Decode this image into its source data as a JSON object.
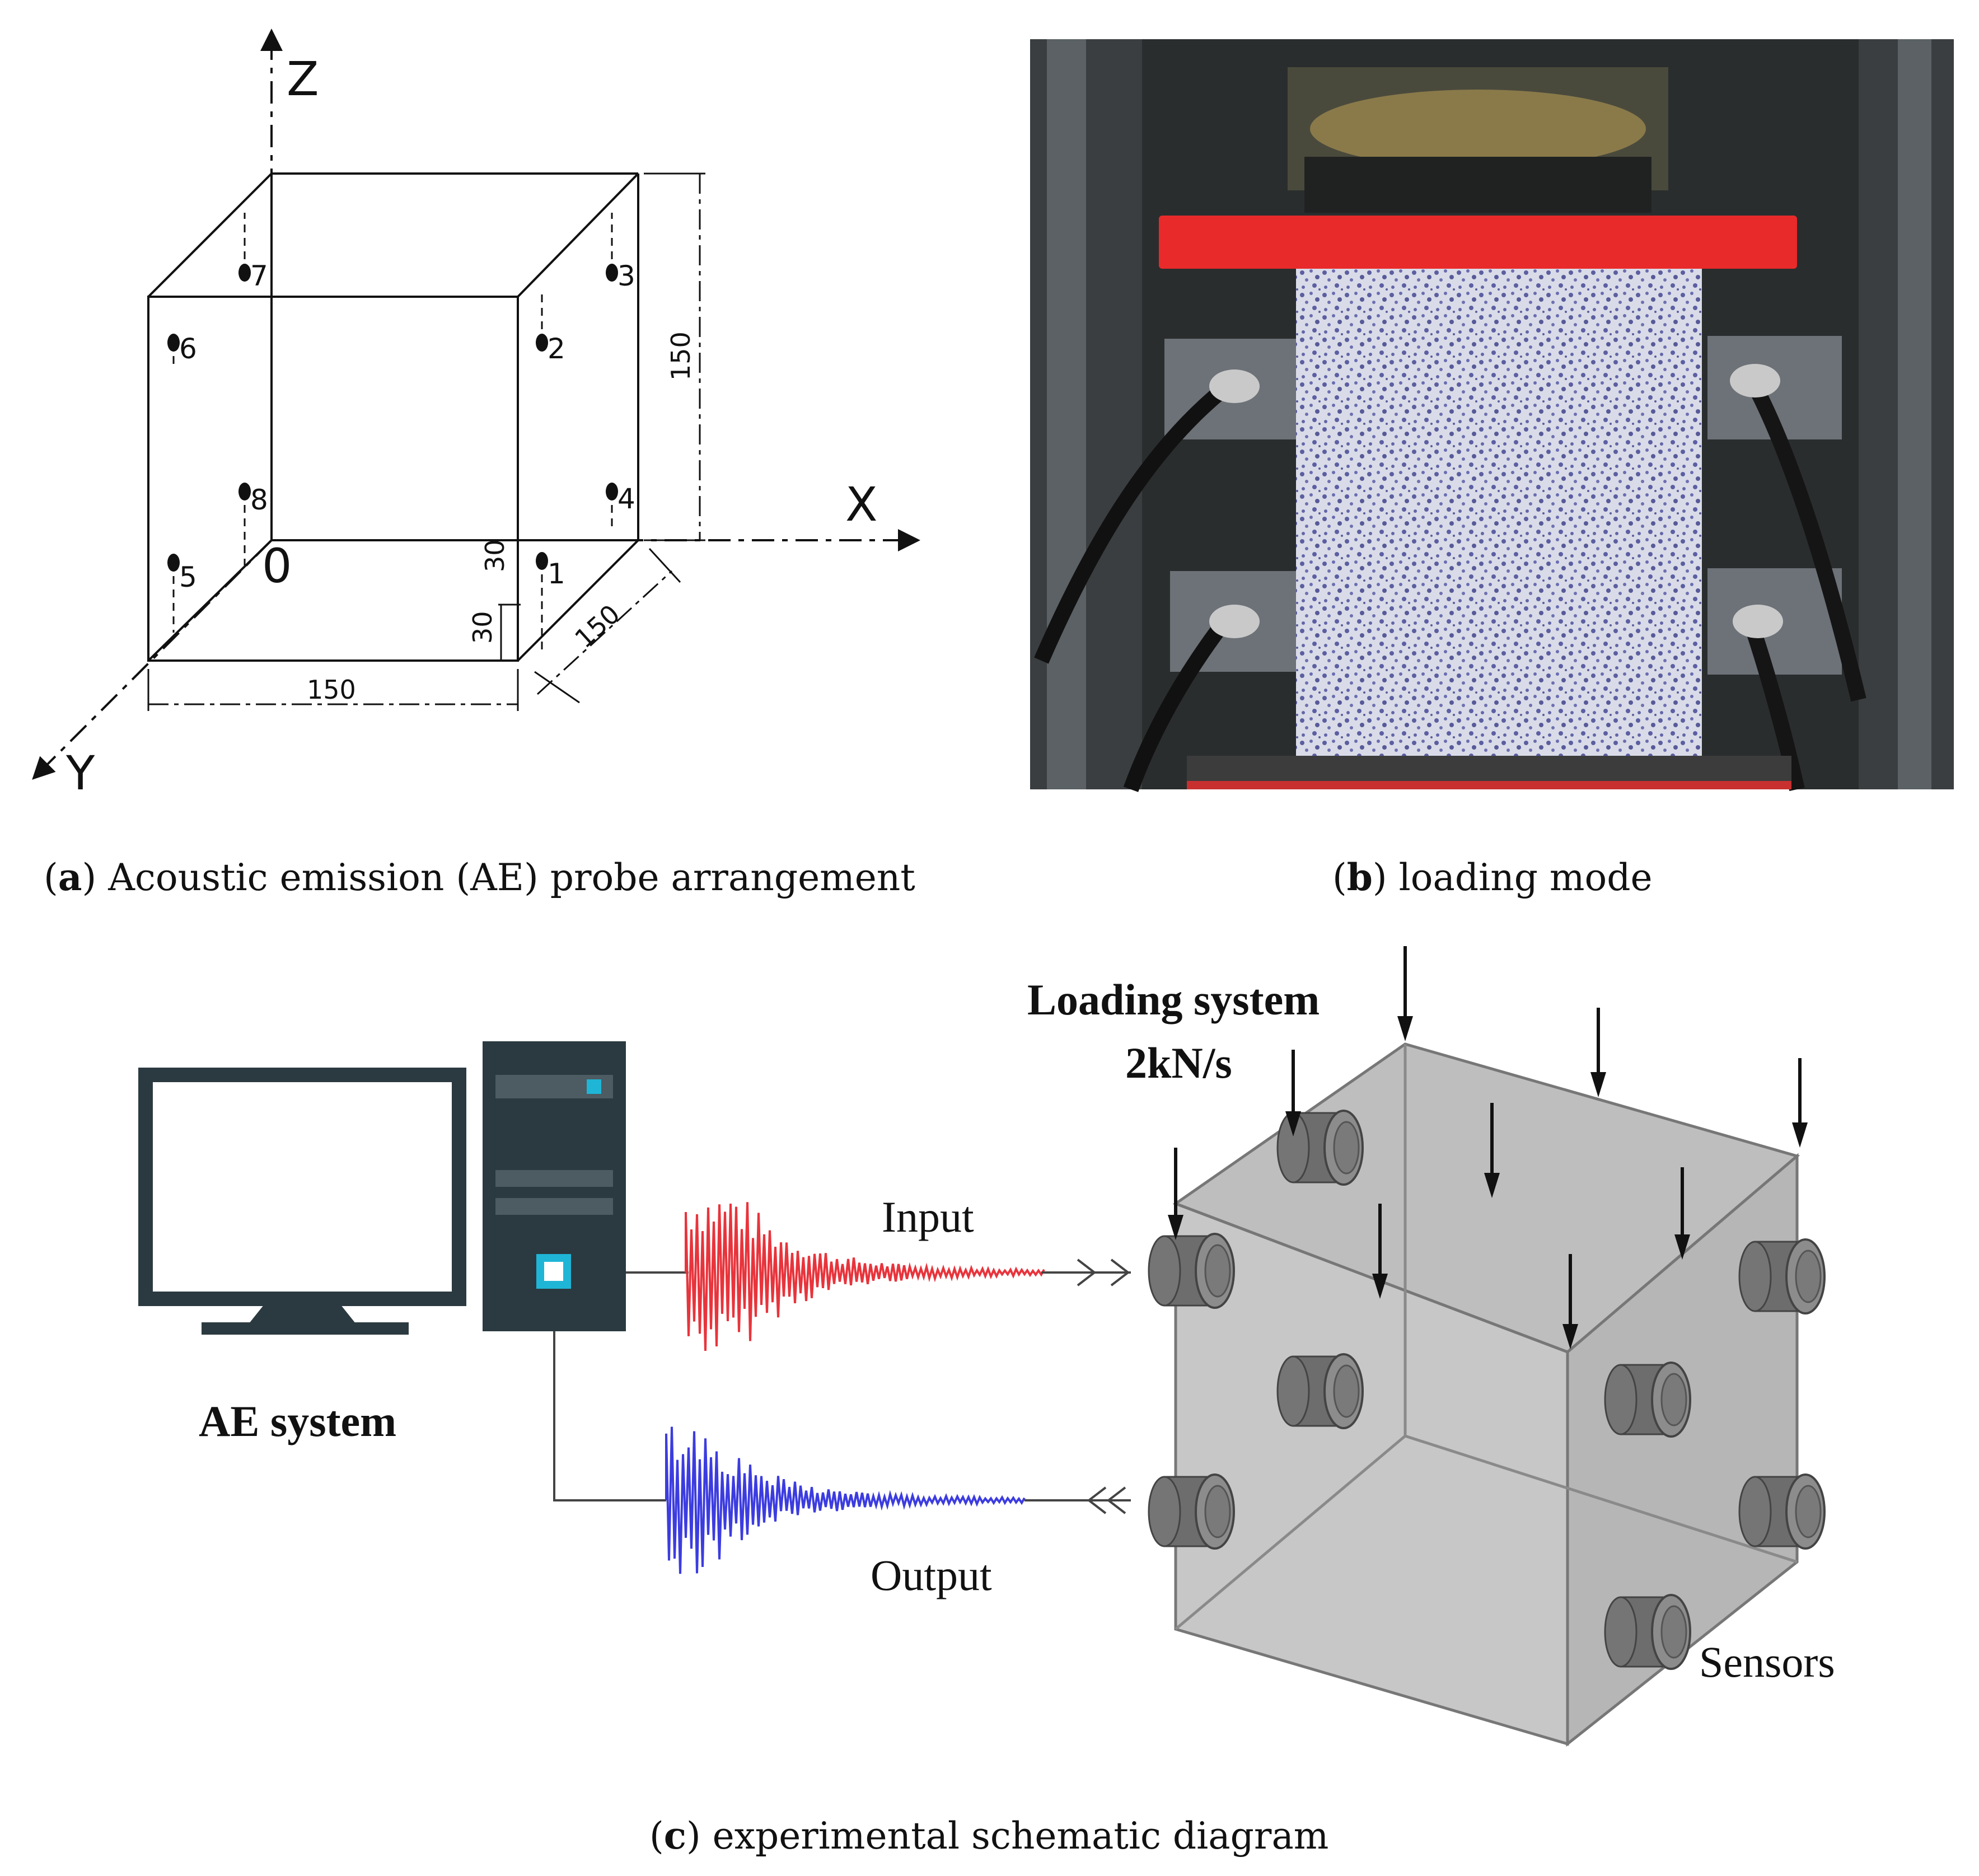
{
  "panel_a": {
    "axes": {
      "z": "Z",
      "x": "X",
      "y": "Y",
      "origin": "0"
    },
    "probes": [
      "1",
      "2",
      "3",
      "4",
      "5",
      "6",
      "7",
      "8"
    ],
    "dimensions": {
      "width": "150",
      "height": "150",
      "depth": "150",
      "offset_vertical": "30",
      "offset_top": "30"
    },
    "caption_letter": "a",
    "caption_text": "Acoustic emission (AE) probe arrangement"
  },
  "panel_b": {
    "caption_letter": "b",
    "caption_text": "loading mode"
  },
  "panel_c": {
    "loading_title": "Loading system",
    "loading_rate": "2kN/s",
    "ae_system": "AE system",
    "input": "Input",
    "output": "Output",
    "sensors": "Sensors",
    "input_color": "#e8343c",
    "output_color": "#3c3ce0",
    "caption_letter": "c",
    "caption_text": "experimental schematic diagram"
  }
}
